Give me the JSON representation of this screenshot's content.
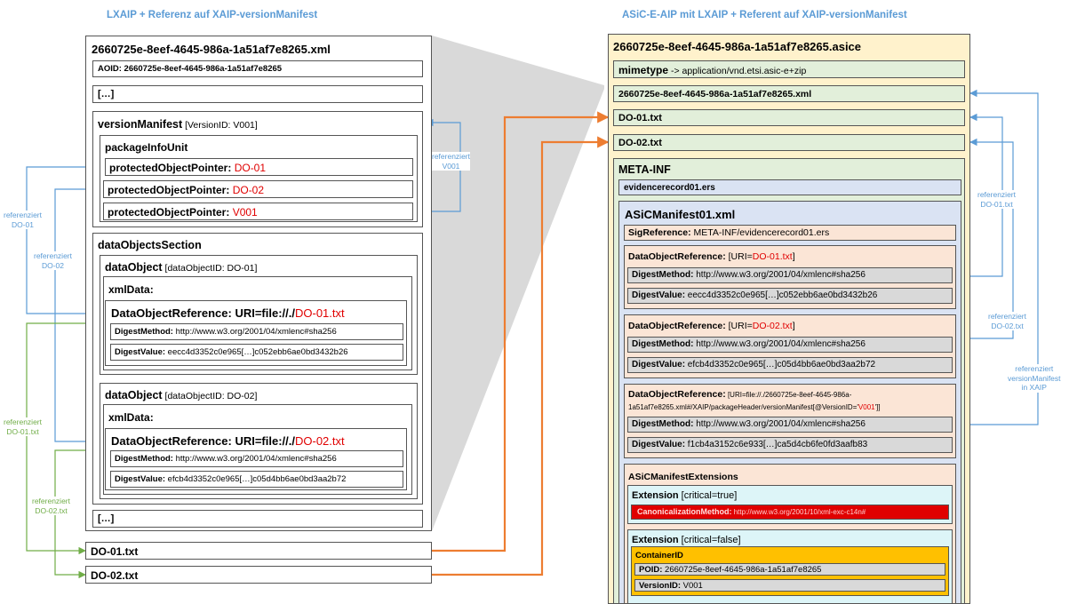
{
  "left": {
    "header": "LXAIP + Referenz auf XAIP-versionManifest",
    "file_title": "2660725e-8eef-4645-986a-1a51af7e8265.xml",
    "aoid": "AOID: 2660725e-8eef-4645-986a-1a51af7e8265",
    "ellipsis": "[…]",
    "version_manifest": {
      "title": "versionManifest",
      "attr": " [VersionID: V001]"
    },
    "package_info_unit": "packageInfoUnit",
    "pointers": [
      {
        "label": "protectedObjectPointer: ",
        "value": "DO-01"
      },
      {
        "label": "protectedObjectPointer: ",
        "value": "DO-02"
      },
      {
        "label": "protectedObjectPointer: ",
        "value": "V001"
      }
    ],
    "data_objects_section": "dataObjectsSection",
    "data_objects": [
      {
        "title": "dataObject",
        "attr": " [dataObjectID: DO-01]",
        "xml_data": "xmlData:",
        "ref_label": "DataObjectReference: URI=file://./",
        "ref_value": "DO-01.txt",
        "digest_method_label": "DigestMethod:",
        "digest_method_value": " http://www.w3.org/2001/04/xmlenc#sha256",
        "digest_value_label": "DigestValue:",
        "digest_value_value": " eecc4d3352c0e965[…]c052ebb6ae0bd3432b26"
      },
      {
        "title": "dataObject",
        "attr": " [dataObjectID: DO-02]",
        "xml_data": "xmlData:",
        "ref_label": "DataObjectReference: URI=file://./",
        "ref_value": "DO-02.txt",
        "digest_method_label": "DigestMethod:",
        "digest_method_value": " http://www.w3.org/2001/04/xmlenc#sha256",
        "digest_value_label": "DigestValue:",
        "digest_value_value": " efcb4d3352c0e965[…]c05d4bb6ae0bd3aa2b72"
      }
    ],
    "files": [
      "DO-01.txt",
      "DO-02.txt"
    ]
  },
  "left_labels": {
    "ref_v001": "referenziert\nV001",
    "ref_do01": "referenziert\nDO-01",
    "ref_do02": "referenziert\nDO-02",
    "ref_do01_txt": "referenziert\nDO-01.txt",
    "ref_do02_txt": "referenziert\nDO-02.txt"
  },
  "right": {
    "header": "ASiC-E-AIP mit LXAIP + Referent auf XAIP-versionManifest",
    "asice_title": "2660725e-8eef-4645-986a-1a51af7e8265.asice",
    "mimetype_label": "mimetype",
    "mimetype_value": " -> application/vnd.etsi.asic-e+zip",
    "xml_file": "2660725e-8eef-4645-986a-1a51af7e8265.xml",
    "files": [
      "DO-01.txt",
      "DO-02.txt"
    ],
    "meta_inf": "META-INF",
    "evidence_record": "evidencerecord01.ers",
    "asic_manifest": "ASiCManifest01.xml",
    "sig_reference_label": "SigReference:",
    "sig_reference_value": " META-INF/evidencerecord01.ers",
    "references": [
      {
        "label": "DataObjectReference:",
        "pre": " [URI=",
        "uri": "DO-01.txt",
        "post": "]",
        "digest_method_label": "DigestMethod:",
        "digest_method_value": " http://www.w3.org/2001/04/xmlenc#sha256",
        "digest_value_label": "DigestValue:",
        "digest_value_value": " eecc4d3352c0e965[…]c052ebb6ae0bd3432b26"
      },
      {
        "label": "DataObjectReference:",
        "pre": " [URI=",
        "uri": "DO-02.txt",
        "post": "]",
        "digest_method_label": "DigestMethod:",
        "digest_method_value": " http://www.w3.org/2001/04/xmlenc#sha256",
        "digest_value_label": "DigestValue:",
        "digest_value_value": " efcb4d3352c0e965[…]c05d4bb6ae0bd3aa2b72"
      }
    ],
    "reference3": {
      "label": "DataObjectReference:",
      "line1": " [URI=file://./2660725e-8eef-4645-986a-",
      "line2": "1a51af7e8265.xml#/XAIP/packageHeader/versionManifest[@VersionID='",
      "version": "V001",
      "line2_end": "']]",
      "digest_method_label": "DigestMethod:",
      "digest_method_value": " http://www.w3.org/2001/04/xmlenc#sha256",
      "digest_value_label": "DigestValue:",
      "digest_value_value": " f1cb4a3152c6e933[…]ca5d4cb6fe0fd3aafb83"
    },
    "extensions_title": "ASiCManifestExtensions",
    "extension1": {
      "label": "Extension",
      "attr": " [critical=true]",
      "canon_label": "CanonicalizationMethod:",
      "canon_value": " http://www.w3.org/2001/10/xml-exc-c14n#"
    },
    "extension2": {
      "label": "Extension",
      "attr": " [critical=false]",
      "container_id": "ContainerID",
      "poid_label": "POID:",
      "poid_value": " 2660725e-8eef-4645-986a-1a51af7e8265",
      "version_label": "VersionID:",
      "version_value": " V001"
    }
  },
  "right_labels": {
    "ref_do01_txt": "referenziert\nDO-01.txt",
    "ref_do02_txt": "referenziert\nDO-02.txt",
    "ref_vm": "referenziert\nversionManifest\nin XAIP"
  },
  "colors": {
    "blue_link": "#5b9bd5",
    "green_link": "#70ad47",
    "orange_link": "#ed7d31",
    "red_text": "#e00000",
    "asice_bg": "#fff2cc",
    "green_box": "#e2efda",
    "blue_box": "#dae3f3",
    "peach_box": "#fbe5d6",
    "grey_box": "#d9d9d9",
    "cyan_box": "#ddf5f8",
    "red_box": "#e00000",
    "gold_box": "#ffc000"
  }
}
